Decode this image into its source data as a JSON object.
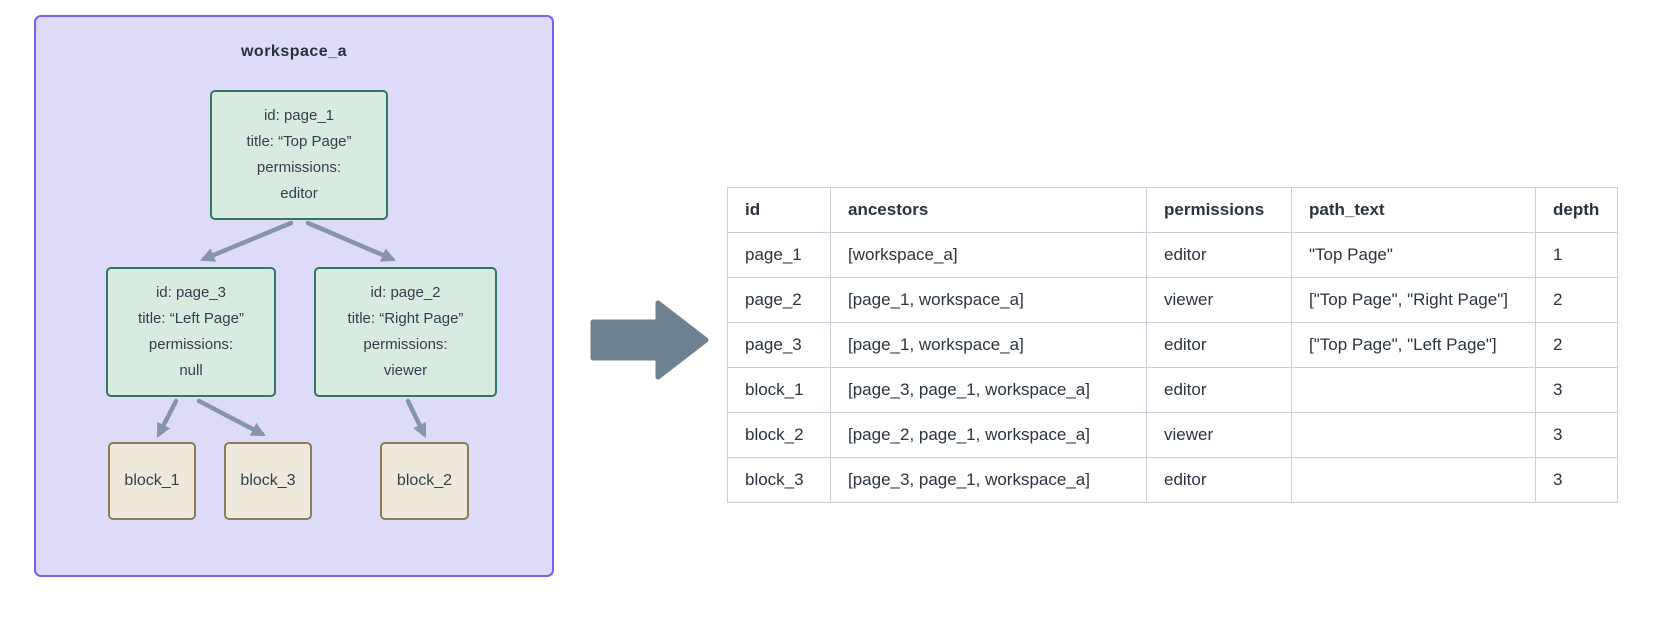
{
  "diagram": {
    "workspace_label": "workspace_a",
    "nodes": {
      "page_1": {
        "lines": [
          "id: page_1",
          "title: “Top Page”",
          "permissions:",
          "editor"
        ]
      },
      "page_3": {
        "lines": [
          "id: page_3",
          "title: “Left Page”",
          "permissions:",
          "null"
        ]
      },
      "page_2": {
        "lines": [
          "id: page_2",
          "title: “Right Page”",
          "permissions:",
          "viewer"
        ]
      },
      "block_1": {
        "label": "block_1"
      },
      "block_3": {
        "label": "block_3"
      },
      "block_2": {
        "label": "block_2"
      }
    },
    "colors": {
      "workspace_fill": "#dedbf8",
      "workspace_border": "#7c5ff0",
      "page_fill": "#d9eae1",
      "page_border": "#2c7a62",
      "block_fill": "#efe9dc",
      "block_border": "#8c7b55",
      "edge": "#8695a8",
      "big_arrow": "#6d8191"
    }
  },
  "table": {
    "columns": [
      "id",
      "ancestors",
      "permissions",
      "path_text",
      "depth"
    ],
    "rows": [
      [
        "page_1",
        "[workspace_a]",
        "editor",
        "\"Top Page\"",
        "1"
      ],
      [
        "page_2",
        "[page_1, workspace_a]",
        "viewer",
        "[\"Top Page\", \"Right Page\"]",
        "2"
      ],
      [
        "page_3",
        "[page_1, workspace_a]",
        "editor",
        "[\"Top Page\", \"Left Page\"]",
        "2"
      ],
      [
        "block_1",
        "[page_3, page_1, workspace_a]",
        "editor",
        "",
        "3"
      ],
      [
        "block_2",
        "[page_2, page_1, workspace_a]",
        "viewer",
        "",
        "3"
      ],
      [
        "block_3",
        "[page_3, page_1, workspace_a]",
        "editor",
        "",
        "3"
      ]
    ]
  }
}
